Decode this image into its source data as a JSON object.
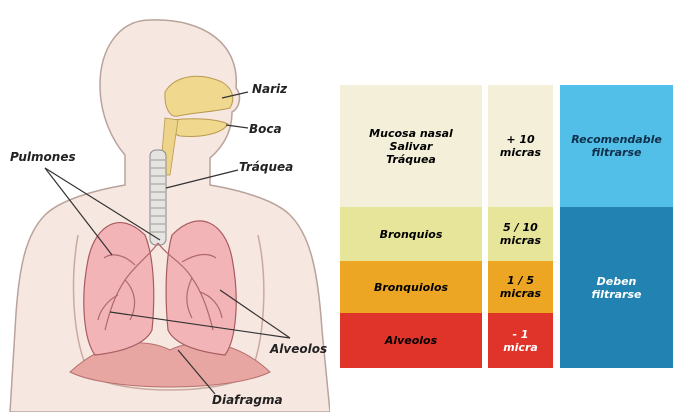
{
  "labels": {
    "nariz": "Nariz",
    "boca": "Boca",
    "traquea": "Tráquea",
    "pulmones": "Pulmones",
    "alveolos": "Alveolos",
    "diafragma": "Diafragma"
  },
  "table": {
    "rows": [
      {
        "zone": "Mucosa nasal\nSalivar\nTráquea",
        "size": "+ 10\nmicras",
        "color": "#f3efd9"
      },
      {
        "zone": "Bronquios",
        "size": "5 / 10\nmicras",
        "color": "#e6e59a"
      },
      {
        "zone": "Bronquiolos",
        "size": "1 / 5\nmicras",
        "color": "#eca623"
      },
      {
        "zone": "Alveolos",
        "size": "- 1\nmicra",
        "color": "#e0332a"
      }
    ],
    "filter": [
      {
        "text": "Recomendable\nfiltrarse",
        "color": "#52bfe9"
      },
      {
        "text": "Deben\nfiltrarse",
        "color": "#2283b2"
      }
    ]
  }
}
